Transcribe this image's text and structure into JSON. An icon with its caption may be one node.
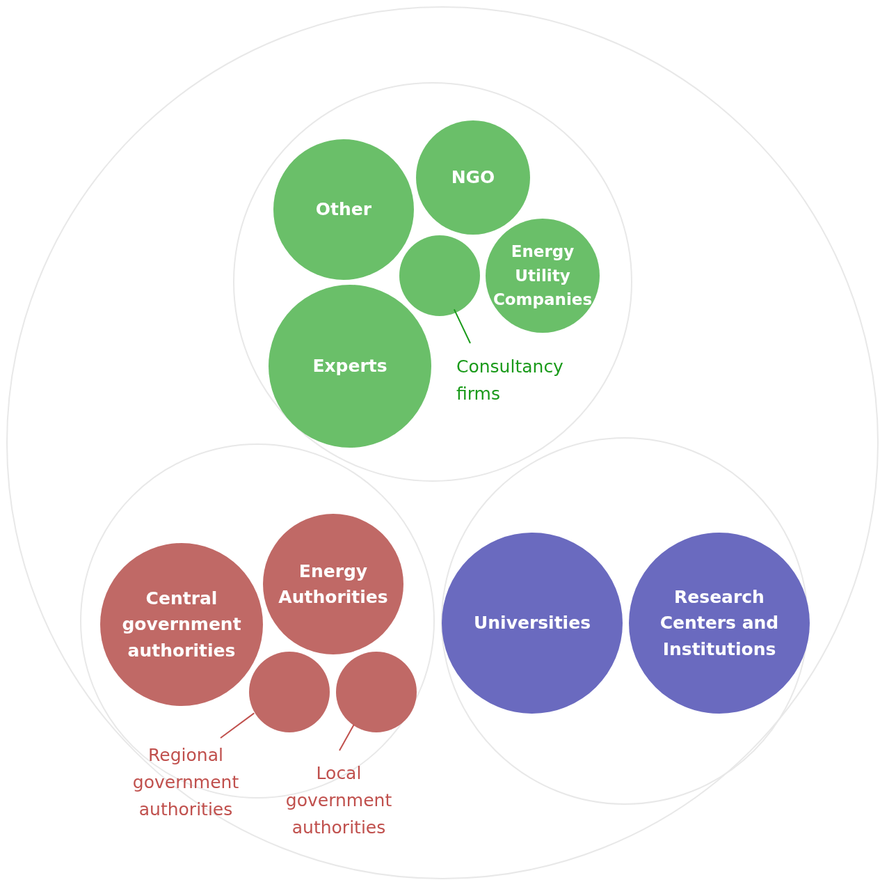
{
  "diagram": {
    "nodes": [
      {
        "text": [],
        "shape": "circle"
      },
      {
        "text": [],
        "shape": "circle",
        "in": 0
      },
      {
        "text": [
          "Other"
        ],
        "in": 1
      },
      {
        "text": [
          "NGO"
        ],
        "in": 1
      },
      {
        "text": [
          "Energy Utility Companies"
        ],
        "in": 1
      },
      {
        "text": [
          "Experts"
        ],
        "in": 1
      },
      {
        "text": [],
        "shape": "circle",
        "in": 1
      },
      {
        "text": [
          "Consultancy firms"
        ],
        "in": 1
      },
      {
        "text": [],
        "shape": "circle",
        "in": 0
      },
      {
        "text": [
          "Central government authorities"
        ],
        "in": 8
      },
      {
        "text": [
          "Energy Authorities"
        ],
        "in": 8
      },
      {
        "text": [],
        "shape": "circle",
        "in": 8
      },
      {
        "text": [],
        "shape": "circle",
        "in": 8
      },
      {
        "text": [
          "Regional government authorities"
        ],
        "in": 0
      },
      {
        "text": [
          "Local government authorities"
        ],
        "in": 0
      },
      {
        "text": [],
        "shape": "circle",
        "in": 0
      },
      {
        "text": [
          "Universities"
        ],
        "in": 15
      },
      {
        "text": [
          "Research Centers and Institutions"
        ],
        "in": 15
      }
    ],
    "edges": [
      {
        "from": 7,
        "to": 6,
        "arrow": "none",
        "color": "#1a9a1a"
      },
      {
        "from": 13,
        "to": 11,
        "arrow": "none"
      },
      {
        "from": 14,
        "to": 12,
        "arrow": "none"
      }
    ]
  }
}
